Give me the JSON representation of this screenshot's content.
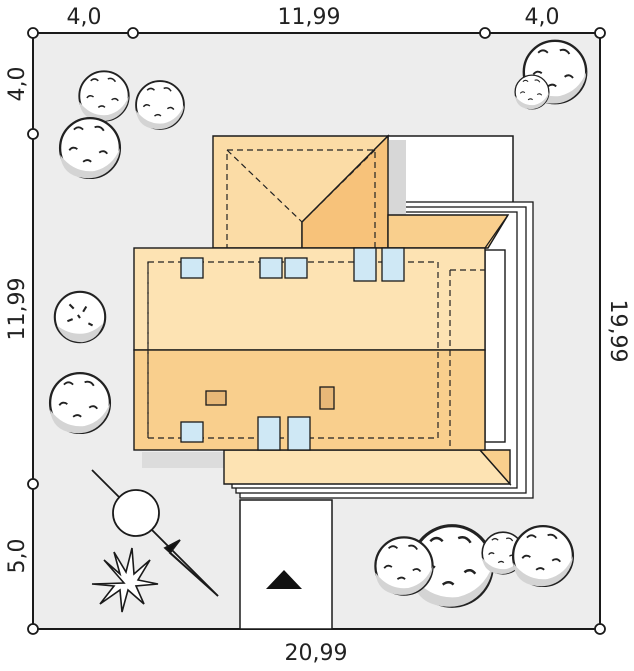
{
  "dimensions": {
    "top_left": "4,0",
    "top_middle": "11,99",
    "top_right": "4,0",
    "left_top": "4,0",
    "left_middle": "11,99",
    "left_bottom": "5,0",
    "right": "19,99",
    "bottom": "20,99"
  },
  "colors": {
    "plot": "#ededed",
    "roof_light": "#fde3b3",
    "roof_mid": "#f9cf8d",
    "roof_dark": "#f7c27a",
    "window": "#cfe8f5",
    "chimney": "#e8b878",
    "line": "#1a1a1a"
  },
  "icons": [
    "tree-icon",
    "compass-icon",
    "north-arrow-icon",
    "entrance-arrow-icon",
    "plant-icon"
  ]
}
